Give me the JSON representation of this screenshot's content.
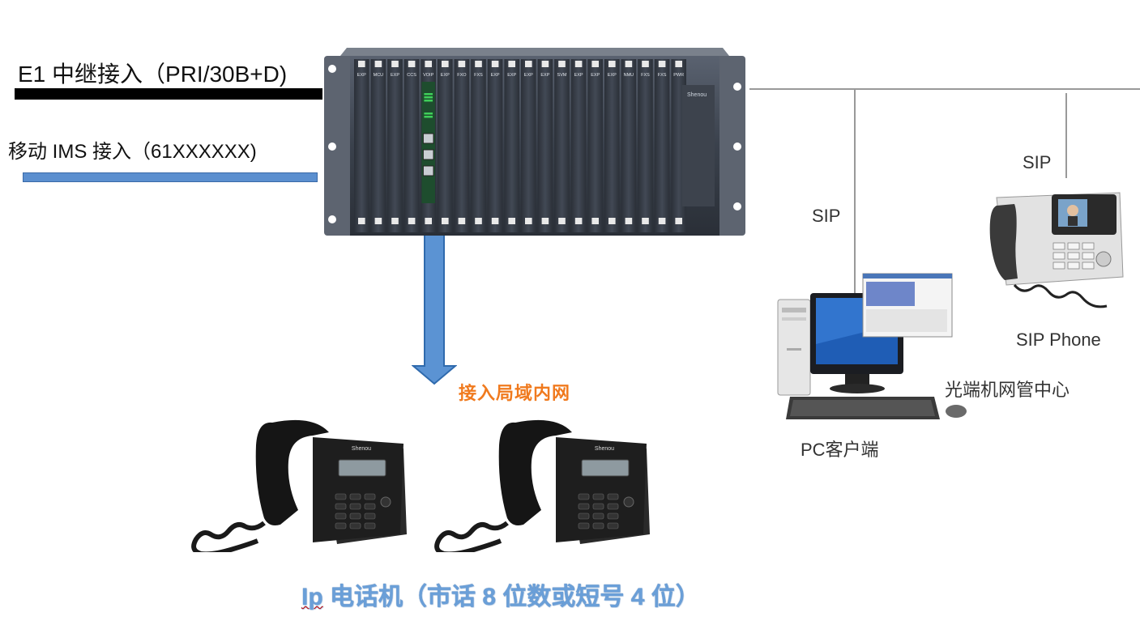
{
  "labels": {
    "e1_trunk": "E1 中继接入（PRI/30B+D)",
    "mobile_ims": "移动 IMS 接入（61XXXXXX)",
    "lan_access": "接入局域内网",
    "ip_phone_prefix": "Ip",
    "ip_phone_rest": " 电话机（市话 8 位数或短号 4 位）",
    "sip_left": "SIP",
    "sip_right": "SIP",
    "sip_phone": "SIP Phone",
    "nms_center": "光端机网管中心",
    "pc_client": "PC客户端"
  },
  "chassis": {
    "brand": "Shenou",
    "slots": [
      "EXP",
      "MCU",
      "EXP",
      "CCS",
      "VOIP",
      "EXP",
      "FXO",
      "FXS",
      "EXP",
      "EXP",
      "EXP",
      "EXP",
      "SVM",
      "EXP",
      "EXP",
      "EXP",
      "NMU",
      "FXS",
      "FXS",
      "PWR"
    ]
  },
  "phone_brand": "Shenou",
  "colors": {
    "e1_line": "#000000",
    "ims_line": "#5b8fcf",
    "arrow_fill": "#5b93d3",
    "arrow_stroke": "#2f6aad",
    "lan_text": "#f07a1e",
    "ip_text": "#6a9fd8",
    "network_line": "#999999"
  }
}
